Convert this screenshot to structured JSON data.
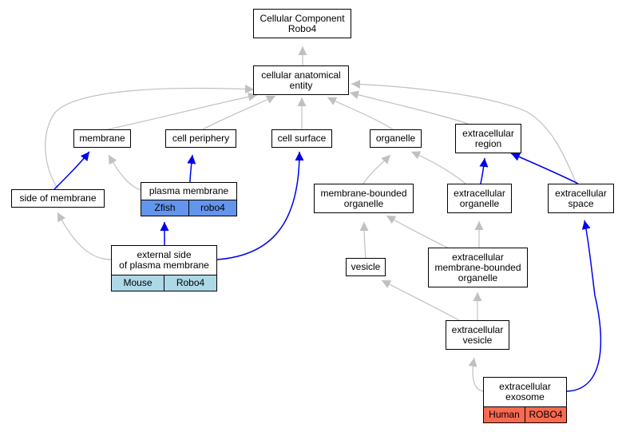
{
  "colors": {
    "is_a_edge": "#c0c0c0",
    "part_of_edge": "#0000ee",
    "zfish": "#6495ed",
    "mouse": "#add8e6",
    "human": "#fa6a50"
  },
  "nodes": {
    "root": {
      "label": "Cellular Component\nRobo4"
    },
    "cae": {
      "label": "cellular anatomical\nentity"
    },
    "membrane": {
      "label": "membrane"
    },
    "periphery": {
      "label": "cell periphery"
    },
    "surface": {
      "label": "cell surface"
    },
    "organelle": {
      "label": "organelle"
    },
    "ecregion": {
      "label": "extracellular\nregion"
    },
    "sidemem": {
      "label": "side of membrane"
    },
    "plasma": {
      "label": "plasma membrane",
      "tags": [
        "Zfish",
        "robo4"
      ]
    },
    "mbo": {
      "label": "membrane-bounded\norganelle"
    },
    "ecorg": {
      "label": "extracellular\norganelle"
    },
    "ecspace": {
      "label": "extracellular\nspace"
    },
    "extside": {
      "label": "external side\nof plasma membrane",
      "tags": [
        "Mouse",
        "Robo4"
      ]
    },
    "vesicle": {
      "label": "vesicle"
    },
    "ecmbo": {
      "label": "extracellular\nmembrane-bounded\norganelle"
    },
    "ecves": {
      "label": "extracellular\nvesicle"
    },
    "exosome": {
      "label": "extracellular\nexosome",
      "tags": [
        "Human",
        "ROBO4"
      ]
    }
  },
  "edges": [
    {
      "from": "cae",
      "to": "root",
      "type": "is_a"
    },
    {
      "from": "membrane",
      "to": "cae",
      "type": "is_a"
    },
    {
      "from": "periphery",
      "to": "cae",
      "type": "is_a"
    },
    {
      "from": "surface",
      "to": "cae",
      "type": "is_a"
    },
    {
      "from": "organelle",
      "to": "cae",
      "type": "is_a"
    },
    {
      "from": "ecregion",
      "to": "cae",
      "type": "is_a"
    },
    {
      "from": "sidemem",
      "to": "cae",
      "type": "is_a"
    },
    {
      "from": "ecspace",
      "to": "cae",
      "type": "is_a"
    },
    {
      "from": "sidemem",
      "to": "membrane",
      "type": "part_of"
    },
    {
      "from": "plasma",
      "to": "membrane",
      "type": "is_a"
    },
    {
      "from": "plasma",
      "to": "periphery",
      "type": "part_of"
    },
    {
      "from": "extside",
      "to": "sidemem",
      "type": "is_a"
    },
    {
      "from": "extside",
      "to": "plasma",
      "type": "part_of"
    },
    {
      "from": "extside",
      "to": "surface",
      "type": "part_of"
    },
    {
      "from": "mbo",
      "to": "organelle",
      "type": "is_a"
    },
    {
      "from": "ecorg",
      "to": "organelle",
      "type": "is_a"
    },
    {
      "from": "ecorg",
      "to": "ecregion",
      "type": "part_of"
    },
    {
      "from": "ecspace",
      "to": "ecregion",
      "type": "part_of"
    },
    {
      "from": "vesicle",
      "to": "mbo",
      "type": "is_a"
    },
    {
      "from": "ecmbo",
      "to": "mbo",
      "type": "is_a"
    },
    {
      "from": "ecmbo",
      "to": "ecorg",
      "type": "is_a"
    },
    {
      "from": "ecves",
      "to": "vesicle",
      "type": "is_a"
    },
    {
      "from": "ecves",
      "to": "ecmbo",
      "type": "is_a"
    },
    {
      "from": "exosome",
      "to": "ecves",
      "type": "is_a"
    },
    {
      "from": "exosome",
      "to": "ecspace",
      "type": "part_of"
    }
  ]
}
